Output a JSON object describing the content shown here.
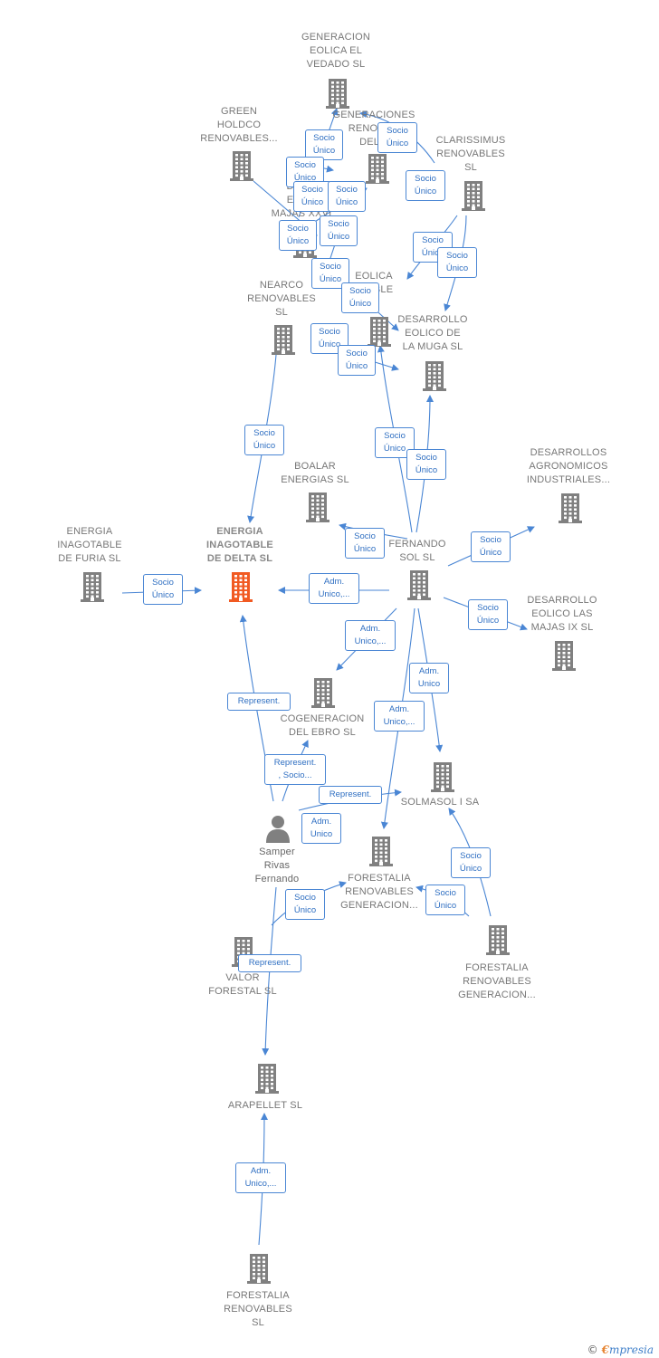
{
  "colors": {
    "building": "#808080",
    "focus_building": "#f15a22",
    "edge": "#4a86d4",
    "edge_label_text": "#2f6fc2",
    "person": "#808080"
  },
  "nodes": [
    {
      "id": "generacion_vedado",
      "label": "GENERACION\nEOLICA EL\nVEDADO SL",
      "icon": "building-icon"
    },
    {
      "id": "green_holdco",
      "label": "GREEN\nHOLDCO\nRENOVABLES...",
      "icon": "building-icon"
    },
    {
      "id": "generaciones_renov",
      "label": "GENERACIONES\nRENOVA...\nDEL...",
      "icon": "building-icon"
    },
    {
      "id": "clarissimus",
      "label": "CLARISSIMUS\nRENOVABLES\nSL",
      "icon": "building-icon"
    },
    {
      "id": "desarrollos_majas",
      "label": "DES...\nEOL...\nMAJAS XXVI",
      "icon": "building-icon"
    },
    {
      "id": "nearco",
      "label": "NEARCO\nRENOVABLES\nSL",
      "icon": "building-icon"
    },
    {
      "id": "eolica_sostenible",
      "label": "EOLICA\n...NIBLE\n...",
      "icon": "building-icon"
    },
    {
      "id": "desarrollo_muga",
      "label": "DESARROLLO\nEOLICO DE\nLA MUGA SL",
      "icon": "building-icon"
    },
    {
      "id": "boalar",
      "label": "BOALAR\nENERGIAS  SL",
      "icon": "building-icon"
    },
    {
      "id": "desarrollos_agro",
      "label": "DESARROLLOS\nAGRONOMICOS\nINDUSTRIALES...",
      "icon": "building-icon"
    },
    {
      "id": "energia_furia",
      "label": "ENERGIA\nINAGOTABLE\nDE FURIA  SL",
      "icon": "building-icon"
    },
    {
      "id": "energia_delta",
      "label": "ENERGIA\nINAGOTABLE\nDE DELTA  SL",
      "icon": "building-icon",
      "focus": true
    },
    {
      "id": "fernando_sol",
      "label": "FERNANDO\nSOL SL",
      "icon": "building-icon"
    },
    {
      "id": "desarrollo_majas_ix",
      "label": "DESARROLLO\nEOLICO LAS\nMAJAS IX  SL",
      "icon": "building-icon"
    },
    {
      "id": "cogeneracion_ebro",
      "label": "COGENERACION\nDEL EBRO  SL",
      "icon": "building-icon"
    },
    {
      "id": "solmasol",
      "label": "SOLMASOL I SA",
      "icon": "building-icon"
    },
    {
      "id": "samper",
      "label": "Samper\nRivas\nFernando",
      "icon": "person-icon",
      "person": true
    },
    {
      "id": "forestalia_gen_1",
      "label": "FORESTALIA\nRENOVABLES\nGENERACION...",
      "icon": "building-icon"
    },
    {
      "id": "forestalia_gen_2",
      "label": "FORESTALIA\nRENOVABLES\nGENERACION...",
      "icon": "building-icon"
    },
    {
      "id": "valor_forestal",
      "label": "VALOR\nFORESTAL SL",
      "icon": "building-icon"
    },
    {
      "id": "arapellet",
      "label": "ARAPELLET  SL",
      "icon": "building-icon"
    },
    {
      "id": "forestalia_sl",
      "label": "FORESTALIA\nRENOVABLES\nSL",
      "icon": "building-icon"
    }
  ],
  "edge_labels": {
    "socio_unico": "Socio\nÚnico",
    "adm_unico_trunc": "Adm.\nUnico,...",
    "adm_unico": "Adm.\nUnico",
    "represent": "Represent.",
    "represent_socio": "Represent.\n, Socio..."
  },
  "footer": {
    "copyright": "©",
    "brand_first": "€",
    "brand_rest": "mpresia"
  }
}
